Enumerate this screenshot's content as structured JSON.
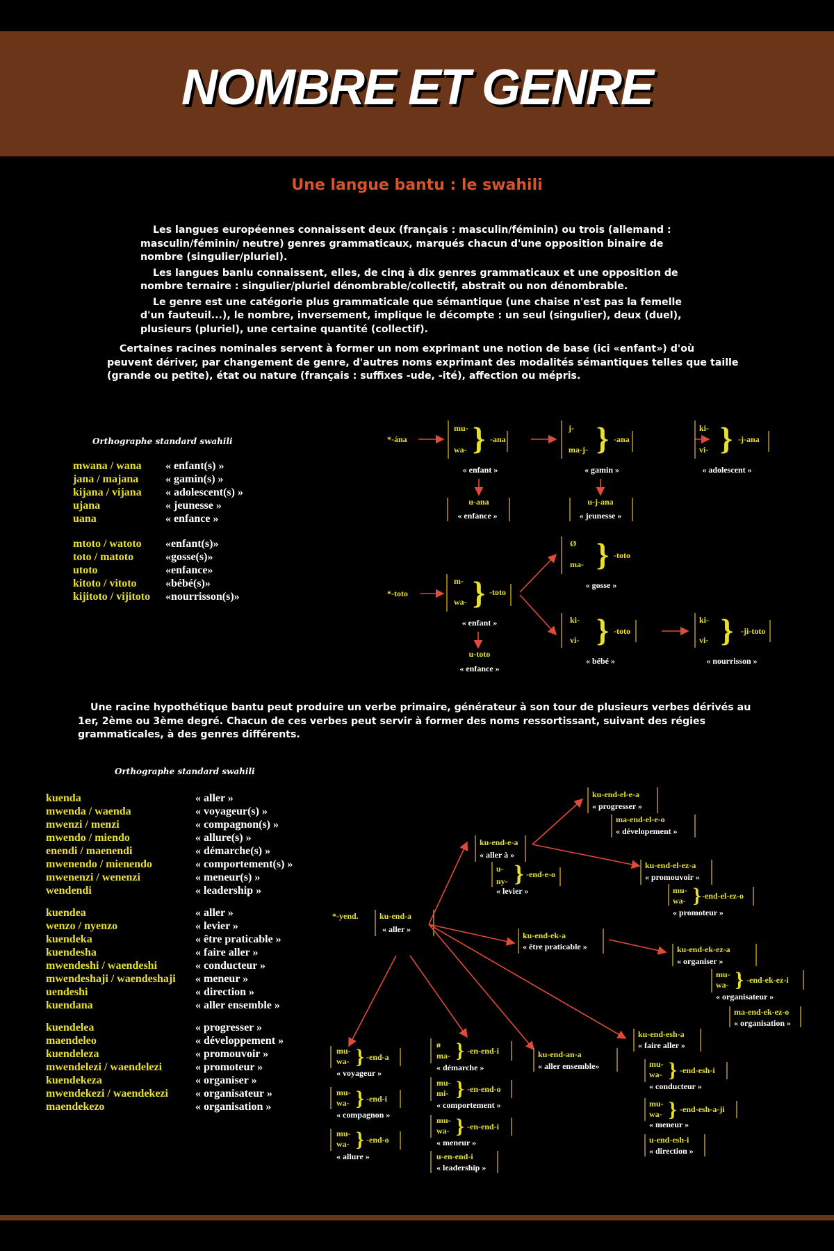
{
  "title": "NOMBRE ET GENRE",
  "subtitle": "Une langue bantu : le swahili",
  "intro_paragraphs": [
    "Les langues européennes connaissent deux (français : masculin/féminin) ou trois (allemand : masculin/féminin/ neutre) genres grammaticaux, marqués chacun d'une opposition binaire de nombre (singulier/pluriel).",
    "Les langues banlu connaissent, elles, de cinq à dix genres grammaticaux et une opposition de nombre ternaire : singulier/pluriel dénombrable/collectif, abstrait ou non dénombrable.",
    "Le genre est une catégorie plus grammaticale que sémantique (une chaise n'est pas la femelle d'un fauteuil...), le nombre, inversement, implique le décompte : un seul (singulier), deux (duel), plusieurs (pluriel), une certaine quantité (collectif)."
  ],
  "roots_paragraph": "Certaines racines nominales servent à former un nom exprimant une notion de base (ici «enfant») d'où peuvent dériver, par changement de genre, d'autres noms exprimant des modalités sémantiques telles que taille (grande ou petite), état ou nature (français : suffixes -ude, -ité), affection ou mépris.",
  "verb_paragraph": "Une racine hypothétique bantu peut produire un verbe primaire, générateur à son tour de plusieurs verbes dérivés au 1er, 2ème ou 3ème degré. Chacun de ces verbes peut servir à former des noms ressortissant, suivant des régies grammaticales, à des genres différents.",
  "ortho_label": "Orthographe standard swahili",
  "colors": {
    "banner": "#6b3519",
    "subtitle": "#d4552b",
    "word": "#e8e02e",
    "arrow": "#e04a3a",
    "bracket": "#c9a520"
  },
  "ana_words": [
    {
      "word": "mwana / wana",
      "gloss": "« enfant(s) »"
    },
    {
      "word": "jana / majana",
      "gloss": "« gamin(s) »"
    },
    {
      "word": "kijana / vijana",
      "gloss": "« adolescent(s) »"
    },
    {
      "word": "ujana",
      "gloss": "« jeunesse »"
    },
    {
      "word": "uana",
      "gloss": "« enfance »"
    }
  ],
  "toto_words": [
    {
      "word": "mtoto / watoto",
      "gloss": "«enfant(s)»"
    },
    {
      "word": "toto / matoto",
      "gloss": "«gosse(s)»"
    },
    {
      "word": "utoto",
      "gloss": "«enfance»"
    },
    {
      "word": "kitoto / vitoto",
      "gloss": "«bébé(s)»"
    },
    {
      "word": "kijitoto / vijitoto",
      "gloss": "«nourrisson(s)»"
    }
  ],
  "enda_groups": [
    [
      {
        "word": "kuenda",
        "gloss": "« aller »"
      },
      {
        "word": "mwenda / waenda",
        "gloss": "« voyageur(s) »"
      },
      {
        "word": "mwenzi / menzi",
        "gloss": "« compagnon(s) »"
      },
      {
        "word": "mwendo / miendo",
        "gloss": "« allure(s) »"
      },
      {
        "word": "enendi / maenendi",
        "gloss": "« démarche(s) »"
      },
      {
        "word": "mwenendo / mienendo",
        "gloss": "« comportement(s) »"
      },
      {
        "word": "mwenenzi / wenenzi",
        "gloss": "« meneur(s) »"
      },
      {
        "word": "wendendi",
        "gloss": "« leadership »"
      }
    ],
    [
      {
        "word": "kuendea",
        "gloss": "« aller »"
      },
      {
        "word": "wenzo / nyenzo",
        "gloss": "« levier »"
      },
      {
        "word": "kuendeka",
        "gloss": "« être praticable »"
      },
      {
        "word": "kuendesha",
        "gloss": "« faire aller »"
      },
      {
        "word": "mwendeshi / waendeshi",
        "gloss": "« conducteur »"
      },
      {
        "word": "mwendeshaji / waendeshaji",
        "gloss": "« meneur »"
      },
      {
        "word": "uendeshi",
        "gloss": "« direction »"
      },
      {
        "word": "kuendana",
        "gloss": "« aller ensemble »"
      }
    ],
    [
      {
        "word": "kuendelea",
        "gloss": "« progresser »"
      },
      {
        "word": "maendeleo",
        "gloss": "« développement »"
      },
      {
        "word": "kuendeleza",
        "gloss": "« promouvoir »"
      },
      {
        "word": "mwendelezi / waendelezi",
        "gloss": "« promoteur »"
      },
      {
        "word": "kuendekeza",
        "gloss": "« organiser »"
      },
      {
        "word": "mwendekezi / waendekezi",
        "gloss": "« organisateur »"
      },
      {
        "word": "maendekezo",
        "gloss": "« organisation »"
      }
    ]
  ],
  "ana_diagram": {
    "root": "*-ána",
    "mu": "mu-",
    "wa": "wa-",
    "ana": "-ana",
    "j": "j-",
    "maj": "ma-j-",
    "ki": "ki-",
    "vi": "vi-",
    "jana": "-j-ana",
    "enfant": "« enfant »",
    "gamin": "« gamin »",
    "adolescent": "« adolescent »",
    "uana": "u-ana",
    "enfance": "« enfance »",
    "ujana": "u-j-ana",
    "jeunesse": "« jeunesse »"
  },
  "toto_diagram": {
    "root": "*-toto",
    "m": "m-",
    "wa": "wa-",
    "toto": "-toto",
    "zero": "Ø",
    "ma": "ma-",
    "gosse": "« gosse »",
    "ki": "ki-",
    "vi": "vi-",
    "bebe": "« bébé »",
    "jitoto": "-ji-toto",
    "nourrisson": "« nourrisson »",
    "enfant": "« enfant »",
    "utoto": "u-toto",
    "enfance": "« enfance »"
  },
  "verb_diagram": {
    "root": "*-yend.",
    "kuenda": "ku-end-a",
    "aller": "« aller »",
    "kuendea": "ku-end-e-a",
    "aller_a": "« aller à »",
    "u": "u-",
    "ny": "ny-",
    "endeo": "-end-e-o",
    "levier": "« levier »",
    "kuendelea": "ku-end-el-e-a",
    "progresser": "« progresser »",
    "maendeleo": "ma-end-el-e-o",
    "developpement": "« dévelopement »",
    "kuendeleza": "ku-end-el-ez-a",
    "promouvoir": "« promouvoir »",
    "mu": "mu-",
    "wa": "wa-",
    "endelezo": "-end-el-ez-o",
    "promoteur": "« promoteur »",
    "kuendeka": "ku-end-ek-a",
    "praticable": "« être praticable »",
    "kuendekeza": "ku-end-ek-ez-a",
    "organiser": "« organiser »",
    "endekezi": "-end-ek-ez-i",
    "organisateur": "« organisateur »",
    "maendekezo": "ma-end-ek-ez-o",
    "organisation": "« organisation »",
    "kuendesha": "ku-end-esh-a",
    "faire_aller": "« faire aller »",
    "endeshi": "-end-esh-i",
    "conducteur": "« conducteur »",
    "endeshaji": "-end-esh-a-ji",
    "meneur": "« meneur »",
    "uendeshi": "u-end-esh-i",
    "direction": "« direction »",
    "kuendana": "ku-end-an-a",
    "aller_ensemble": "« aller ensemble»",
    "enda": "-end-a",
    "voyageur": "« voyageur »",
    "endi": "-end-i",
    "compagnon": "« compagnon »",
    "endo": "-end-o",
    "allure": "« allure »",
    "o": "ø",
    "ma": "ma-",
    "enendi": "-en-end-i",
    "demarche": "« démarche »",
    "mi": "mi-",
    "enendo": "-en-end-o",
    "comportement": "« comportement »",
    "enenzi": "-en-end-i",
    "meneur2": "« meneur »",
    "uenendi": "u-en-end-i",
    "leadership": "« leadership »"
  }
}
